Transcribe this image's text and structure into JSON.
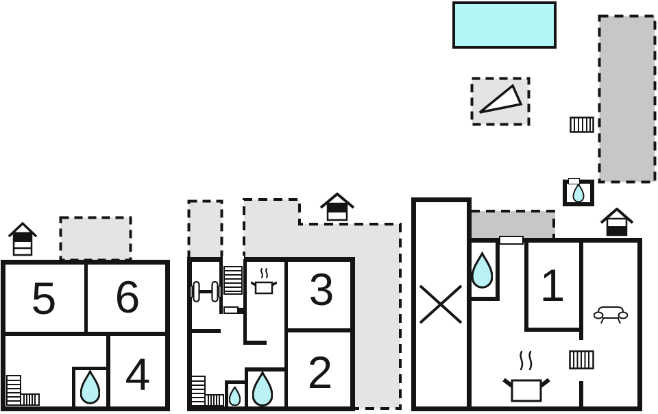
{
  "title": "holiday-home-floor-plan",
  "colors": {
    "wall": "#141414",
    "paper": "#ffffff",
    "pool": "#b3f6f6",
    "drop": "#b9f1f4",
    "terrace-light": "#e4e4e4",
    "terrace-dark": "#c7c7c7"
  },
  "rooms": {
    "r1": {
      "label": "1"
    },
    "r2": {
      "label": "2"
    },
    "r3": {
      "label": "3"
    },
    "r4": {
      "label": "4"
    },
    "r5": {
      "label": "5"
    },
    "r6": {
      "label": "6"
    }
  },
  "icons": {
    "pool": "swimming-pool",
    "water_drop": "bathroom-water-drop",
    "chimney": "chimney-entrance-marker",
    "stairs": "staircase",
    "pot": "kitchen-pot-with-steam",
    "sofa": "sofa",
    "dumbbell": "fitness-dumbbell",
    "radiator": "radiator",
    "cross": "storage-cross",
    "triangle": "garden-triangle"
  }
}
